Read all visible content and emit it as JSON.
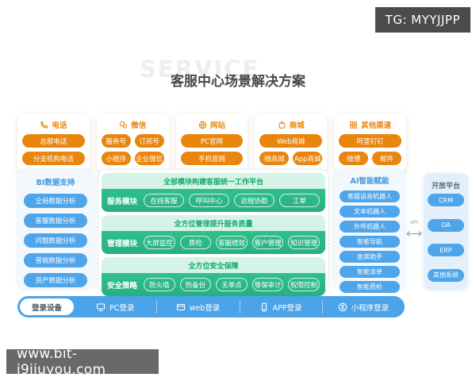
{
  "tg_badge": "TG: MYYJJPP",
  "site_badge": "www.bit-j9jiuyou.com",
  "header": {
    "watermark": "SERVICE",
    "title": "客服中心场景解决方案"
  },
  "colors": {
    "orange": "#E8860E",
    "green_band": "#2CB886",
    "green_strip_bg": "#D6F3E7",
    "green_strip_text": "#13A96E",
    "blue_pill": "#4FA5EA",
    "panel_bg": "#F2F8FD",
    "open_panel_bg": "#E3F0FB",
    "login_bar": "#4BA3EA",
    "badge_gray": "#4B4B4B"
  },
  "channels": [
    {
      "title": "电话",
      "icon": "phone-icon",
      "rows": [
        [
          "总部电话"
        ],
        [
          "分支机构电话"
        ]
      ]
    },
    {
      "title": "微信",
      "icon": "wechat-icon",
      "rows": [
        [
          "服务号",
          "订阅号"
        ],
        [
          "小程序",
          "企业微信"
        ]
      ]
    },
    {
      "title": "网站",
      "icon": "website-icon",
      "rows": [
        [
          "PC官网"
        ],
        [
          "手机官网"
        ]
      ]
    },
    {
      "title": "商城",
      "icon": "mall-icon",
      "rows": [
        [
          "Web商城"
        ],
        [
          "微商城",
          "App商城"
        ]
      ]
    },
    {
      "title": "其他渠道",
      "icon": "grid-icon",
      "rows": [
        [
          "阿里钉钉"
        ],
        [
          "微博",
          "邮件"
        ]
      ]
    }
  ],
  "bi_panel": {
    "title": "BI数据支持",
    "items": [
      "全局数据分析",
      "客服数据分析",
      "问题数据分析",
      "营销数据分析",
      "资产数据分析"
    ]
  },
  "platform": {
    "sections": [
      {
        "header": "全部模块构建客服统一工作平台",
        "label": "服务模块",
        "pills": [
          "在线客服",
          "呼叫中心",
          "远程协助",
          "工单"
        ]
      },
      {
        "header": "全方位管理提升服务质量",
        "label": "管理模块",
        "pills": [
          "大屏监控",
          "质检",
          "客服绩效",
          "客户管理",
          "知识管理"
        ]
      },
      {
        "header": "全方位安全保障",
        "label": "安全策略",
        "pills": [
          "防火墙",
          "热备份",
          "无单点",
          "等保审计",
          "权限控制"
        ]
      }
    ]
  },
  "ai_panel": {
    "title": "AI智能赋能",
    "items": [
      "客服语音机器人",
      "文本机器人",
      "外呼机器人",
      "智能导航",
      "坐席助手",
      "智能派单",
      "智能质检"
    ]
  },
  "open_platform": {
    "title": "开放平台",
    "api_label": "API",
    "items": [
      "CRM",
      "OA",
      "ERP",
      "其他系统"
    ]
  },
  "login_bar": {
    "label": "登录设备",
    "items": [
      {
        "icon": "pc-icon",
        "label": "PC登录"
      },
      {
        "icon": "web-icon",
        "label": "web登录"
      },
      {
        "icon": "app-icon",
        "label": "APP登录"
      },
      {
        "icon": "miniprogram-icon",
        "label": "小程序登录"
      }
    ]
  }
}
